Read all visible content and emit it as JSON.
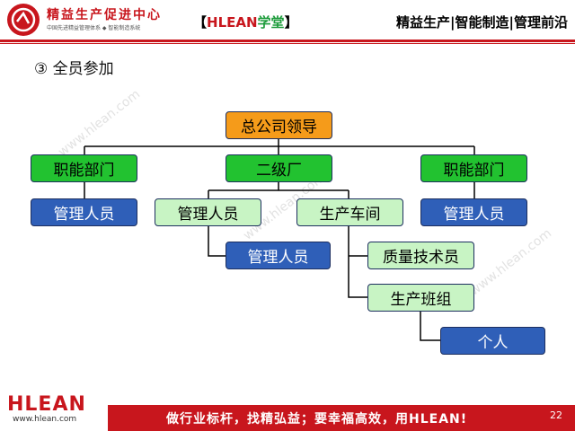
{
  "header": {
    "brand_cn": "精益生产促进中心",
    "brand_sub": "中国先进精益管理体系 ◆ 智能制造系统",
    "tag_open": "【",
    "tag_h": "H",
    "tag_lean": "LEAN",
    "tag_xt": "学堂",
    "tag_close": "】",
    "tagline": "精益生产|智能制造|管理前沿"
  },
  "section_title": "③ 全员参加",
  "watermarks": [
    "www.hlean.com",
    "www.hlean.com",
    "www.hlean.com"
  ],
  "org_chart": {
    "root": "总公司领导",
    "level1": [
      "职能部门",
      "二级厂",
      "职能部门"
    ],
    "staff_left": "管理人员",
    "staff_right": "管理人员",
    "plant_mgmt": "管理人员",
    "workshop": "生产车间",
    "plant_mgmt_sub": "管理人员",
    "quality": "质量技术员",
    "team": "生产班组",
    "individual": "个人"
  },
  "colors": {
    "brand_red": "#c8161d",
    "root_orange": "#f59b1a",
    "dept_green": "#22c230",
    "light_green": "#c8f4c4",
    "staff_blue": "#2f5fb8"
  },
  "footer": {
    "logo": "HLEAN",
    "url": "www.hlean.com",
    "slogan": "做行业标杆，找精弘益；要幸福高效，用HLEAN!",
    "page": "22"
  }
}
